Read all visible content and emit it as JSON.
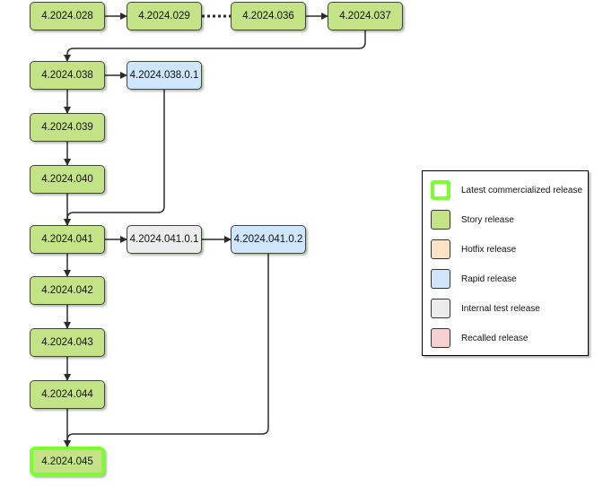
{
  "colors": {
    "story": "#c4e386",
    "latest_border": "#7cff2e",
    "hotfix": "#fde3c4",
    "rapid": "#cfe5fb",
    "internal": "#ececec",
    "recalled": "#f6cfd0",
    "edge": "#2b2b2b"
  },
  "nodes": {
    "v028": {
      "label": "4.2024.028",
      "kind": "story"
    },
    "v029": {
      "label": "4.2024.029",
      "kind": "story"
    },
    "v036": {
      "label": "4.2024.036",
      "kind": "story"
    },
    "v037": {
      "label": "4.2024.037",
      "kind": "story"
    },
    "v038": {
      "label": "4.2024.038",
      "kind": "story"
    },
    "v038_0_1": {
      "label": "4.2024.038.0.1",
      "kind": "rapid"
    },
    "v039": {
      "label": "4.2024.039",
      "kind": "story"
    },
    "v040": {
      "label": "4.2024.040",
      "kind": "story"
    },
    "v041": {
      "label": "4.2024.041",
      "kind": "story"
    },
    "v041_0_1": {
      "label": "4.2024.041.0.1",
      "kind": "internal"
    },
    "v041_0_2": {
      "label": "4.2024.041.0.2",
      "kind": "rapid"
    },
    "v042": {
      "label": "4.2024.042",
      "kind": "story"
    },
    "v043": {
      "label": "4.2024.043",
      "kind": "story"
    },
    "v044": {
      "label": "4.2024.044",
      "kind": "story"
    },
    "v045": {
      "label": "4.2024.045",
      "kind": "latest"
    }
  },
  "edges": [
    {
      "from": "v028",
      "to": "v029"
    },
    {
      "from": "v029",
      "to": "v036",
      "style": "dotted"
    },
    {
      "from": "v036",
      "to": "v037"
    },
    {
      "from": "v037",
      "to": "v038"
    },
    {
      "from": "v038",
      "to": "v038_0_1"
    },
    {
      "from": "v038",
      "to": "v039"
    },
    {
      "from": "v039",
      "to": "v040"
    },
    {
      "from": "v040",
      "to": "v041"
    },
    {
      "from": "v038_0_1",
      "to": "v041"
    },
    {
      "from": "v041",
      "to": "v041_0_1"
    },
    {
      "from": "v041_0_1",
      "to": "v041_0_2"
    },
    {
      "from": "v041",
      "to": "v042"
    },
    {
      "from": "v042",
      "to": "v043"
    },
    {
      "from": "v043",
      "to": "v044"
    },
    {
      "from": "v044",
      "to": "v045"
    },
    {
      "from": "v041_0_2",
      "to": "v045"
    }
  ],
  "legend": {
    "latest": "Latest commercialized release",
    "story": "Story release",
    "hotfix": "Hotfix release",
    "rapid": "Rapid release",
    "internal": "Internal test release",
    "recalled": "Recalled release"
  }
}
